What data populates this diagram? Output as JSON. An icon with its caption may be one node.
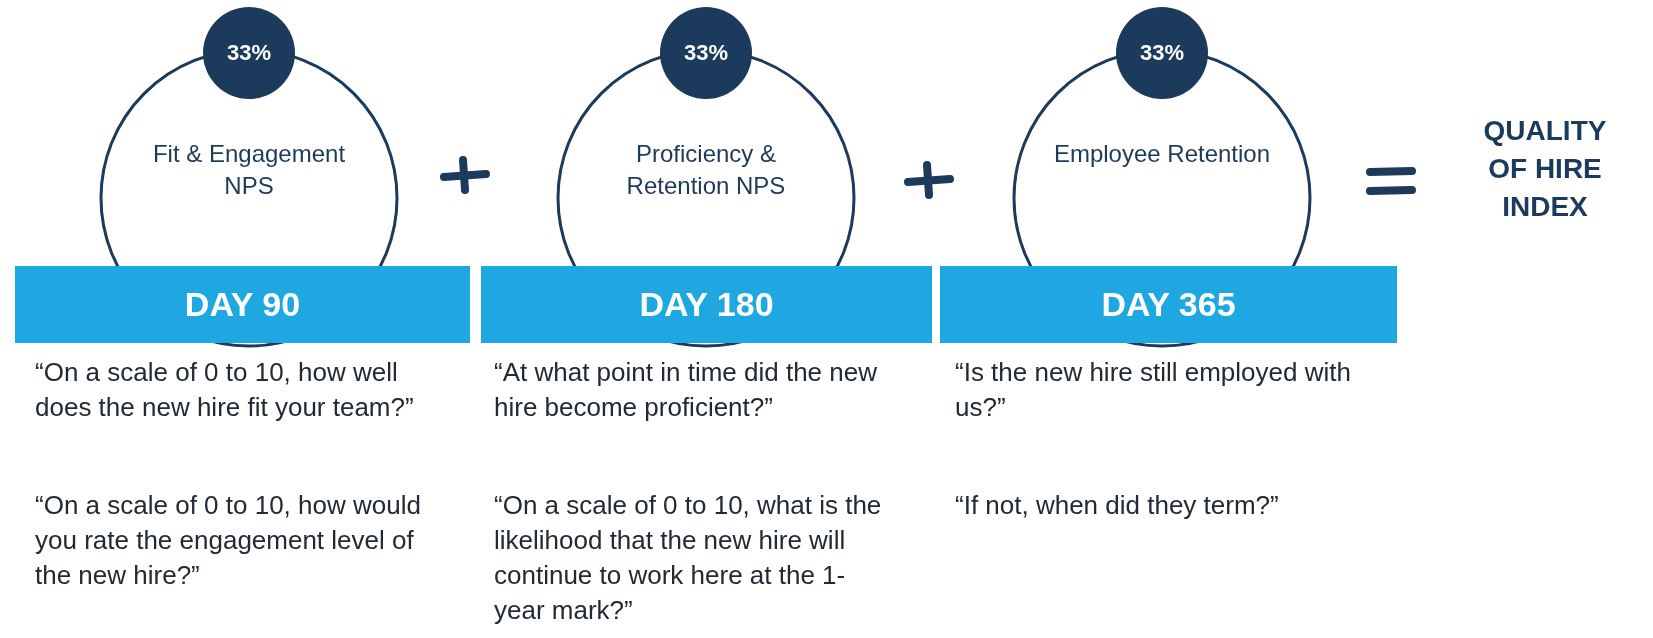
{
  "diagram": {
    "nodes": [
      {
        "text": [
          "33%"
        ]
      },
      {
        "text": [
          "Fit & Engagement NPS"
        ]
      },
      {
        "text": [
          "33%"
        ]
      },
      {
        "text": [
          "Proficiency & Retention NPS"
        ]
      },
      {
        "text": [
          "33%"
        ]
      },
      {
        "text": [
          "Employee Retention"
        ]
      },
      {
        "text": [
          "DAY 90"
        ]
      },
      {
        "text": [
          "DAY 180"
        ]
      },
      {
        "text": [
          "DAY 365"
        ]
      }
    ],
    "labels": [
      "QUALITY OF HIRE INDEX",
      "“On a scale of 0 to 10, how well does the new hire fit your team?”",
      "“At what point in time did the new hire become proficient?”",
      "“Is the new hire still employed with us?”",
      "“On a scale of 0 to 10, how would you rate the engagement level of the new hire?”",
      "“On a scale of 0 to 10, what is the likelihood that the new hire will continue to work here at the 1-year mark?”",
      "“If not, when did they term?”"
    ]
  }
}
